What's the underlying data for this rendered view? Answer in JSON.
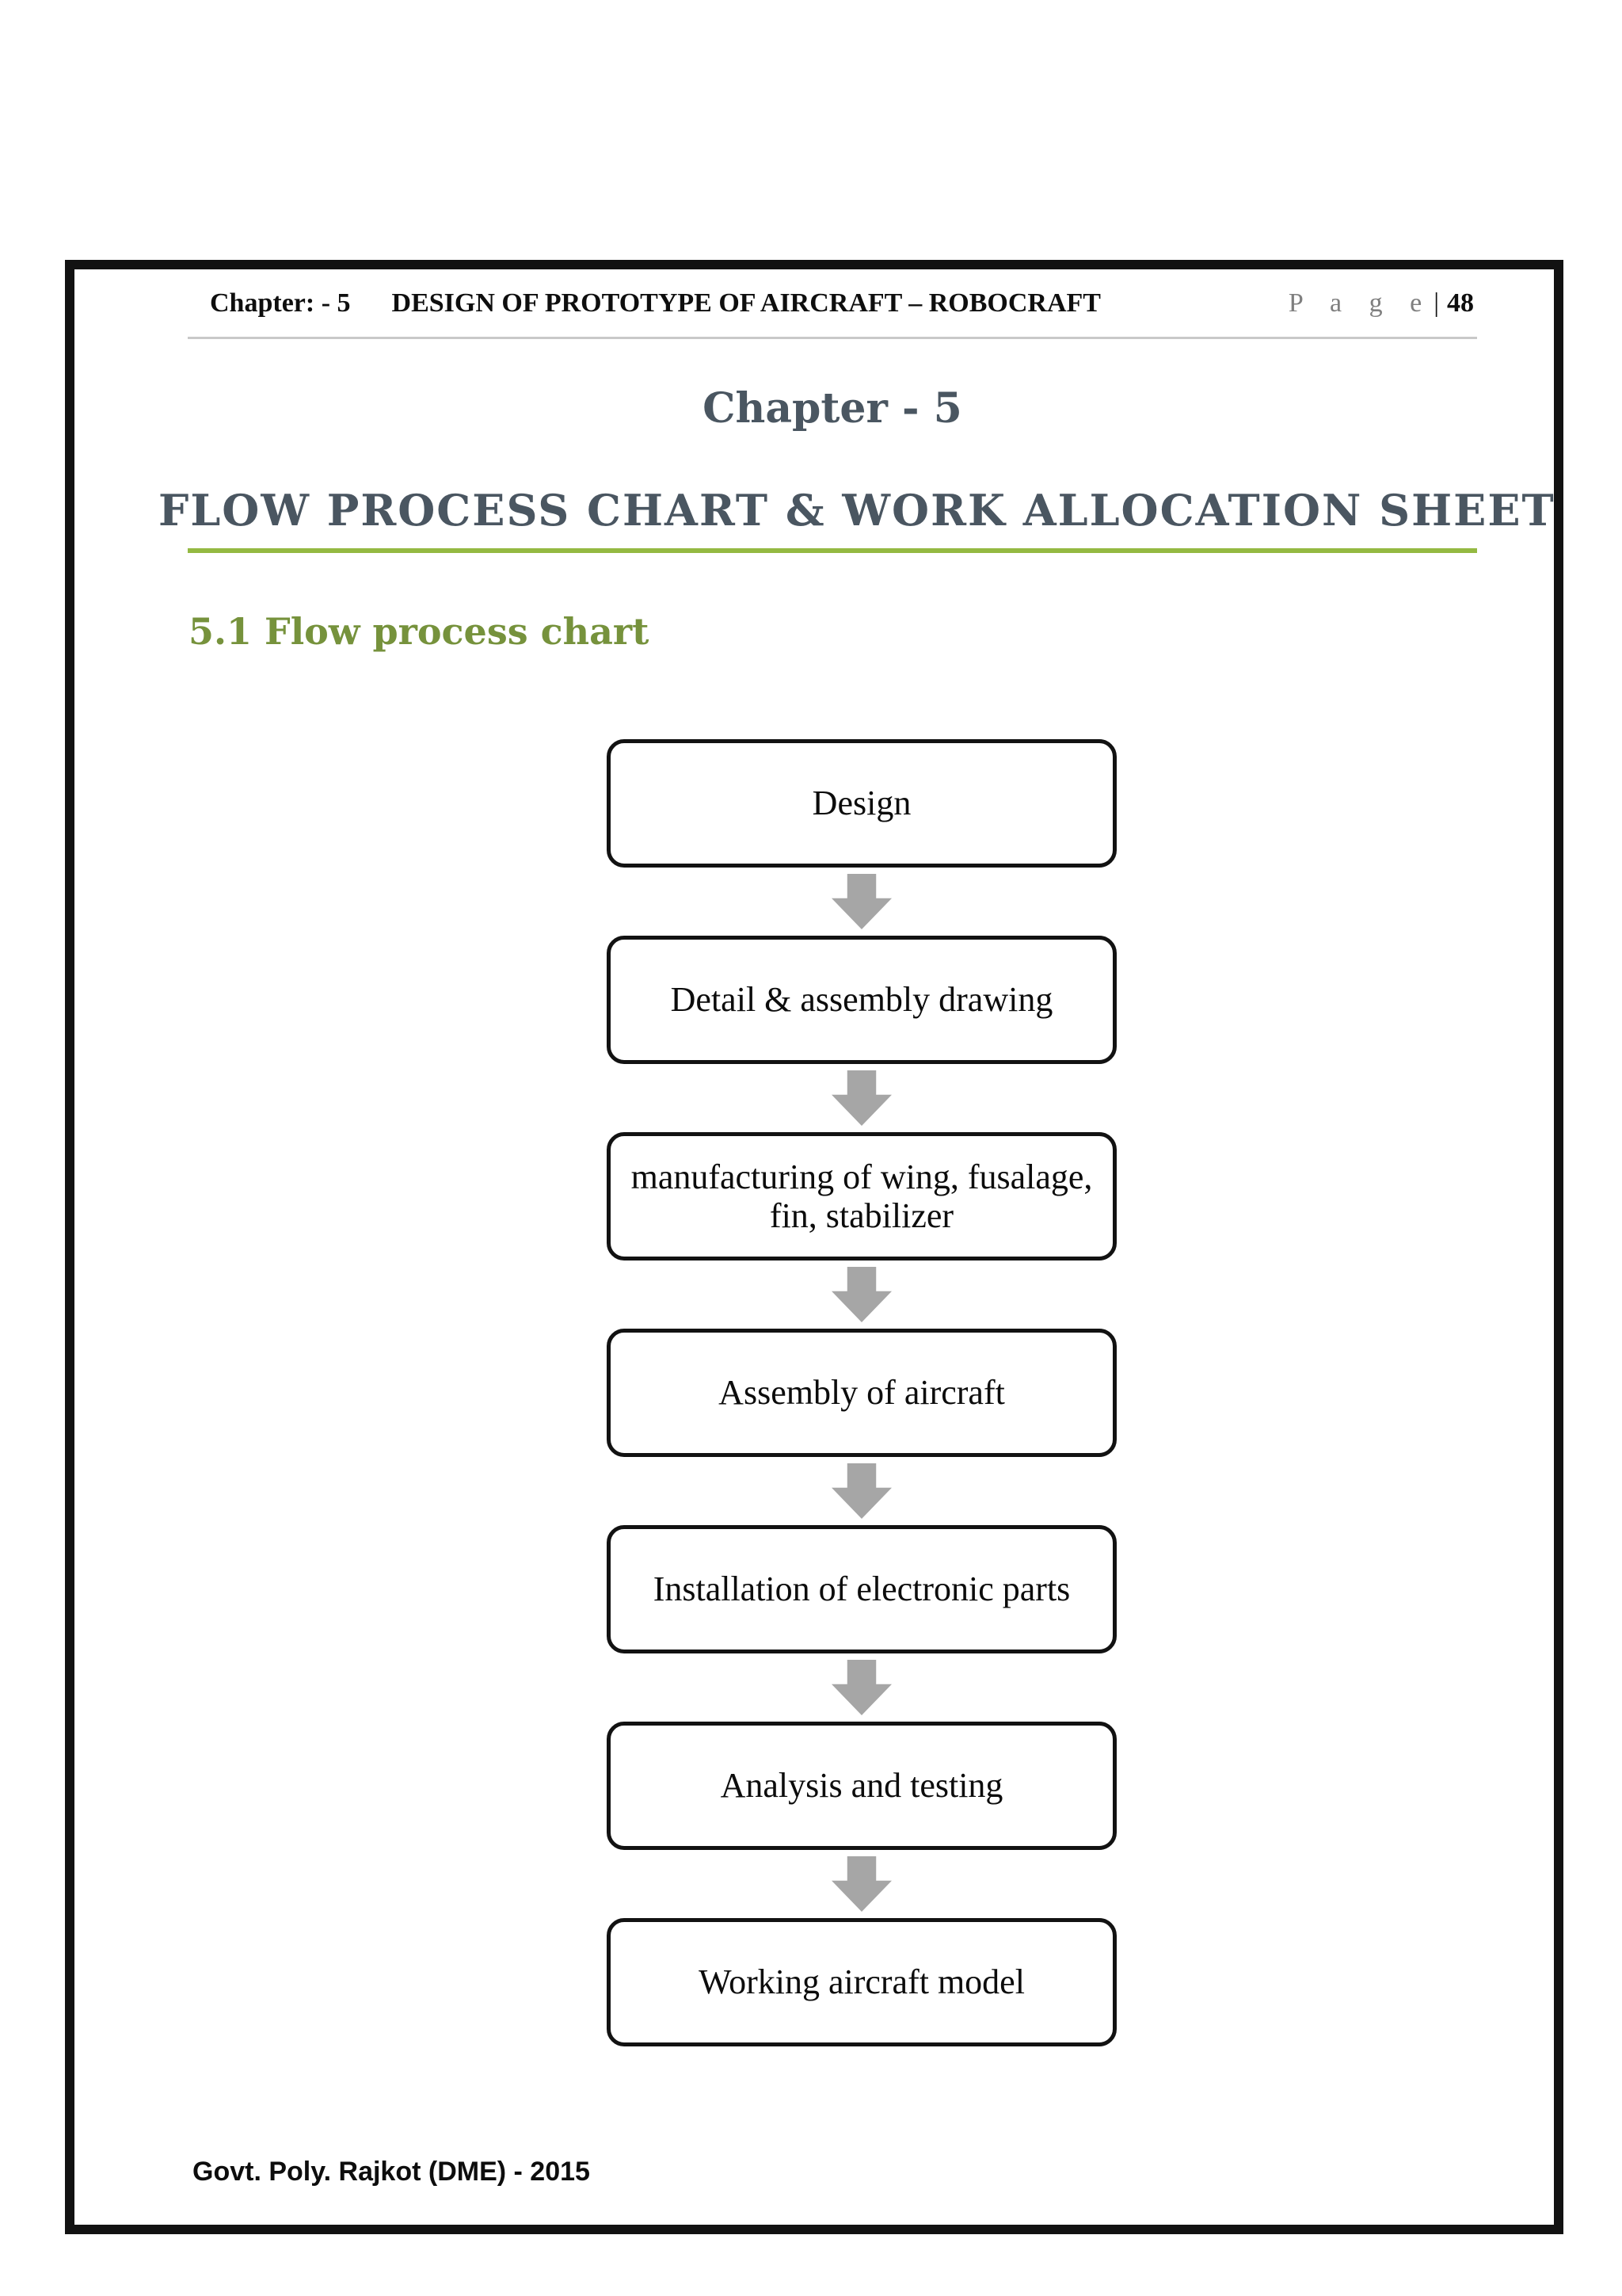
{
  "header": {
    "chapter_label": "Chapter: - 5",
    "title": "DESIGN OF PROTOTYPE OF AIRCRAFT – ROBOCRAFT",
    "page_word": "P a g e",
    "page_separator": "|",
    "page_number": "48"
  },
  "chapter_title": "Chapter - 5",
  "main_heading": "FLOW PROCESS CHART & WORK ALLOCATION SHEET",
  "section_heading": "5.1 Flow process chart",
  "flowchart": {
    "steps": [
      "Design",
      "Detail & assembly drawing",
      "manufacturing of wing, fusalage, fin, stabilizer",
      "Assembly of aircraft",
      "Installation of electronic parts",
      "Analysis and testing",
      "Working aircraft model"
    ],
    "arrow_icon": "arrow-down"
  },
  "footer": "Govt. Poly. Rajkot (DME) - 2015",
  "colors": {
    "heading-text": "#4a5661",
    "accent-line": "#94b942",
    "section-green": "#76923c",
    "arrow": "#a6a6a6",
    "border": "#121212"
  }
}
